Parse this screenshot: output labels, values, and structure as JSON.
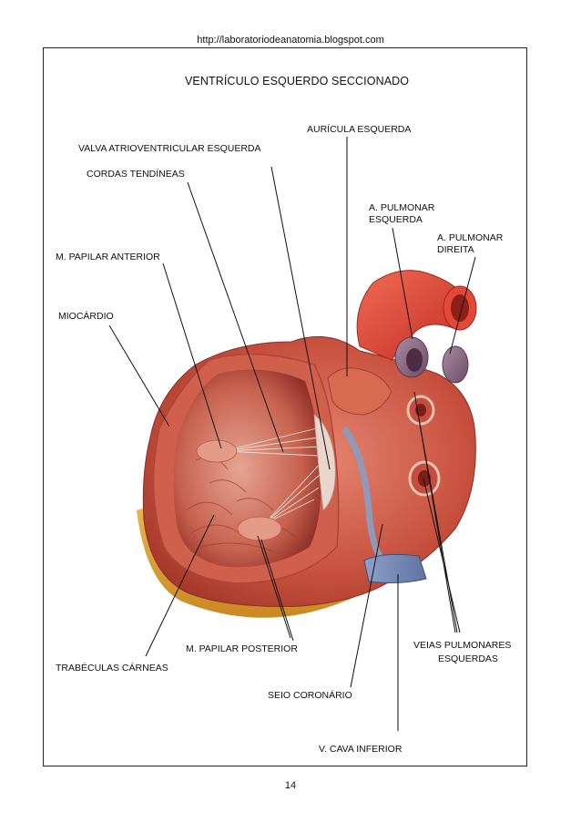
{
  "header": {
    "url": "http://laboratoriodeanatomia.blogspot.com"
  },
  "title": "VENTRÍCULO ESQUERDO SECCIONADO",
  "labels": {
    "auricula_esquerda": "AURÍCULA ESQUERDA",
    "valva_atrioventricular": "VALVA ATRIOVENTRICULAR ESQUERDA",
    "cordas_tendineas": "CORDAS TENDÍNEAS",
    "a_pulmonar_esquerda_1": "A. PULMONAR",
    "a_pulmonar_esquerda_2": "ESQUERDA",
    "a_pulmonar_direita_1": "A. PULMONAR",
    "a_pulmonar_direita_2": "DIREITA",
    "m_papilar_anterior": "M. PAPILAR ANTERIOR",
    "miocardio": "MIOCÁRDIO",
    "veias_pulmonares_1": "VEIAS PULMONARES",
    "veias_pulmonares_2": "ESQUERDAS",
    "m_papilar_posterior": "M. PAPILAR POSTERIOR",
    "trabeculas_carneas": "TRABÉCULAS CÁRNEAS",
    "seio_coronario": "SEIO CORONÁRIO",
    "v_cava_inferior": "V. CAVA INFERIOR"
  },
  "footer": {
    "page_number": "14"
  }
}
